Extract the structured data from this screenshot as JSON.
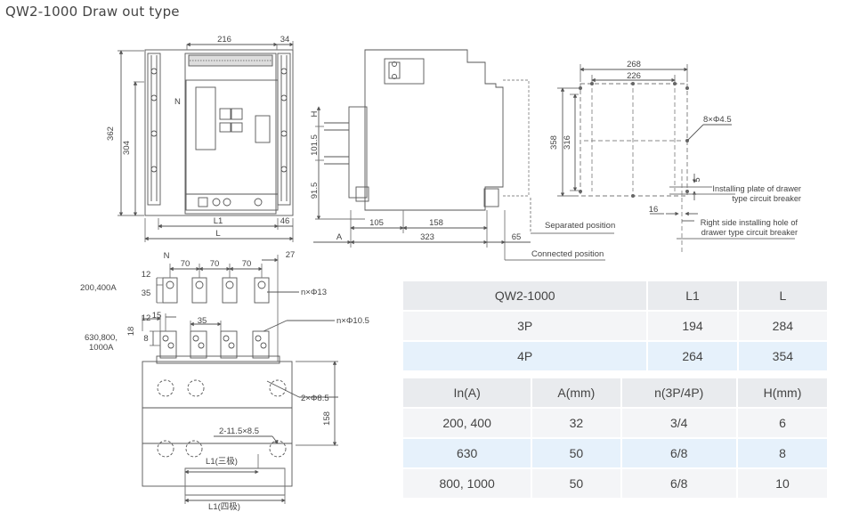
{
  "title": "QW2-1000 Draw out type",
  "front_view": {
    "dims": {
      "top_width": "216",
      "top_right": "34",
      "height_total": "362",
      "height_inner": "304",
      "l1": "L1",
      "l": "L",
      "right": "46"
    },
    "labels": {
      "n": "N"
    }
  },
  "side_view": {
    "dims": {
      "h": "H",
      "d1015": "101.5",
      "d915": "91.5",
      "d105": "105",
      "d158": "158",
      "d323": "323",
      "d65": "65",
      "a": "A"
    },
    "labels": {
      "separated": "Separated position",
      "connected": "Connected position"
    }
  },
  "plate_view": {
    "dims": {
      "d268": "268",
      "d226": "226",
      "d358": "358",
      "d316": "316",
      "holes": "8×Φ4.5",
      "d5": "5",
      "d16": "16"
    },
    "labels": {
      "installing_plate": "Installing plate of drawer type circuit breaker",
      "right_side": "Right side installing hole of drawer type circuit breaker"
    }
  },
  "terminal_view": {
    "dims": {
      "n": "N",
      "d70a": "70",
      "d70b": "70",
      "d70c": "70",
      "d27": "27",
      "d12": "12",
      "d35a": "35",
      "phi13": "n×Φ13",
      "d12b": "12",
      "d15": "15",
      "d35b": "35",
      "phi105": "n×Φ10.5",
      "d18": "18",
      "d8": "8",
      "phi85": "2×Φ8.5",
      "slot": "2-11.5×8.5",
      "d158": "158",
      "l1_3": "L1(三极)",
      "l1_4": "L1(四极)"
    },
    "labels": {
      "rating_low": "200,400A",
      "rating_high_1": "630,800,",
      "rating_high_2": "1000A"
    }
  },
  "table_size": {
    "headers": [
      "QW2-1000",
      "L1",
      "L"
    ],
    "rows": [
      [
        "3P",
        "194",
        "284"
      ],
      [
        "4P",
        "264",
        "354"
      ]
    ]
  },
  "table_current": {
    "headers": [
      "In(A)",
      "A(mm)",
      "n(3P/4P)",
      "H(mm)"
    ],
    "rows": [
      [
        "200, 400",
        "32",
        "3/4",
        "6"
      ],
      [
        "630",
        "50",
        "6/8",
        "8"
      ],
      [
        "800, 1000",
        "50",
        "6/8",
        "10"
      ]
    ]
  },
  "colors": {
    "line": "#555555",
    "table_header": "#e9ebee",
    "table_row_alt": "#e6f1fb",
    "table_row": "#f4f5f7"
  }
}
